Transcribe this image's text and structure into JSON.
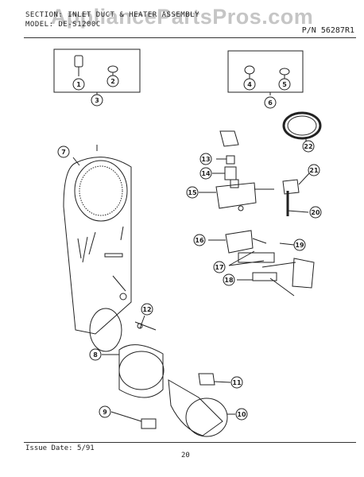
{
  "watermark": "AppliancePartsPros.com",
  "header": {
    "section_line": "SECTION: INLET DUCT & HEATER ASSEMBLY",
    "model_line": "MODEL: DE-S1200C",
    "part_number": "P/N 56287R1"
  },
  "callouts": [
    "1",
    "2",
    "3",
    "4",
    "5",
    "6",
    "7",
    "8",
    "9",
    "10",
    "11",
    "12",
    "13",
    "14",
    "15",
    "16",
    "17",
    "18",
    "19",
    "20",
    "21",
    "22"
  ],
  "footer": {
    "issue_date": "Issue Date: 5/91",
    "page_number": "20"
  }
}
